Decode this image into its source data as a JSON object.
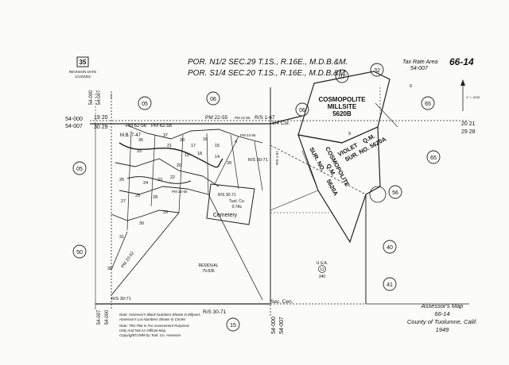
{
  "header": {
    "map_number": "66-14",
    "line1": "POR. N1/2 SEC.29 T.1S., R.16E., M.D.B.&M.",
    "line2": "POR. S1/4 SEC.20 T.1S., R.16E., M.D.B.&M.",
    "tax_rate_label": "Tax Rate Area",
    "tax_rate_value": "54-007"
  },
  "revision": {
    "number": "35",
    "label": "REVISION DATE",
    "date": "1/13/2002"
  },
  "edge_labels": {
    "top_left_a": "54-000",
    "top_left_b": "54-007",
    "left_a": "54-000",
    "left_b": "54-007",
    "bottom_left_a": "54-007",
    "bottom_left_b": "54-000",
    "bottom_mid_a": "54-000",
    "bottom_mid_b": "54-007",
    "sec_ll": "19 20",
    "sec_ll2": "30 29",
    "sec_rr": "20 21",
    "sec_rr2": "29 28"
  },
  "circled_pages": [
    "05",
    "06",
    "06",
    "07",
    "32",
    "65",
    "65",
    "05",
    "56",
    "40",
    "50",
    "41",
    "15"
  ],
  "cosmopolite_millsite": {
    "name": "COSMOPOLITE",
    "sub": "MILLSITE",
    "num": "5620B"
  },
  "cosmopolite_qm": {
    "name": "COSMOPOLITE",
    "type": "Q.M.",
    "sur": "SUR. NO.",
    "num": "5620A"
  },
  "violet_qm": {
    "name": "VIOLET",
    "type": "Q.M.",
    "sur": "SUR. NO. 5620A"
  },
  "cemetery": {
    "name": "Cemetery",
    "owner": "Tuol. Co.",
    "acres": "0.7Ac"
  },
  "residual": {
    "name": "RESIDUAL",
    "acres": "79.836"
  },
  "usa": {
    "name": "U.S.A.",
    "parcel": "12",
    "acres": "340"
  },
  "survey_refs": [
    "PM 22-55",
    "PM 62-56",
    "PM 62-58",
    "PM 22-55",
    "R/S 1-67",
    "R/S 30-71",
    "R/S 30-71",
    "R/S 30-71",
    "PM 23-52",
    "PM 22-55",
    "M.B. 7-47",
    "R/S 1-67",
    "PM 22-55",
    "R/S 30-71"
  ],
  "corner_labels": {
    "quarter": "1/4 Cor.",
    "sec_cen": "Sec. Cen."
  },
  "parcels": [
    "9",
    "14",
    "15",
    "16",
    "17",
    "18",
    "19",
    "20",
    "21",
    "22",
    "23",
    "24",
    "25",
    "26",
    "27",
    "28",
    "29",
    "30",
    "31",
    "33",
    "35",
    "36",
    "37",
    "38",
    "39",
    "4",
    "6"
  ],
  "notes": {
    "line1": "Note: Assessor's Block Numbers Shown in Ellipses",
    "line2": "Assessor's Lot Numbers Shown in Circles",
    "line3": "Note: This Plat Is For Assessment Purposes",
    "line4": "Only And Not An Official Map.",
    "line5": "Copyright©1999 by Tuol. Co. Assessor"
  },
  "footer": {
    "title": "Assessor's Map",
    "number": "66-14",
    "county": "County of Tuolumne, Calif.",
    "year": "1949"
  },
  "scale_note": "1\" = 1000'"
}
